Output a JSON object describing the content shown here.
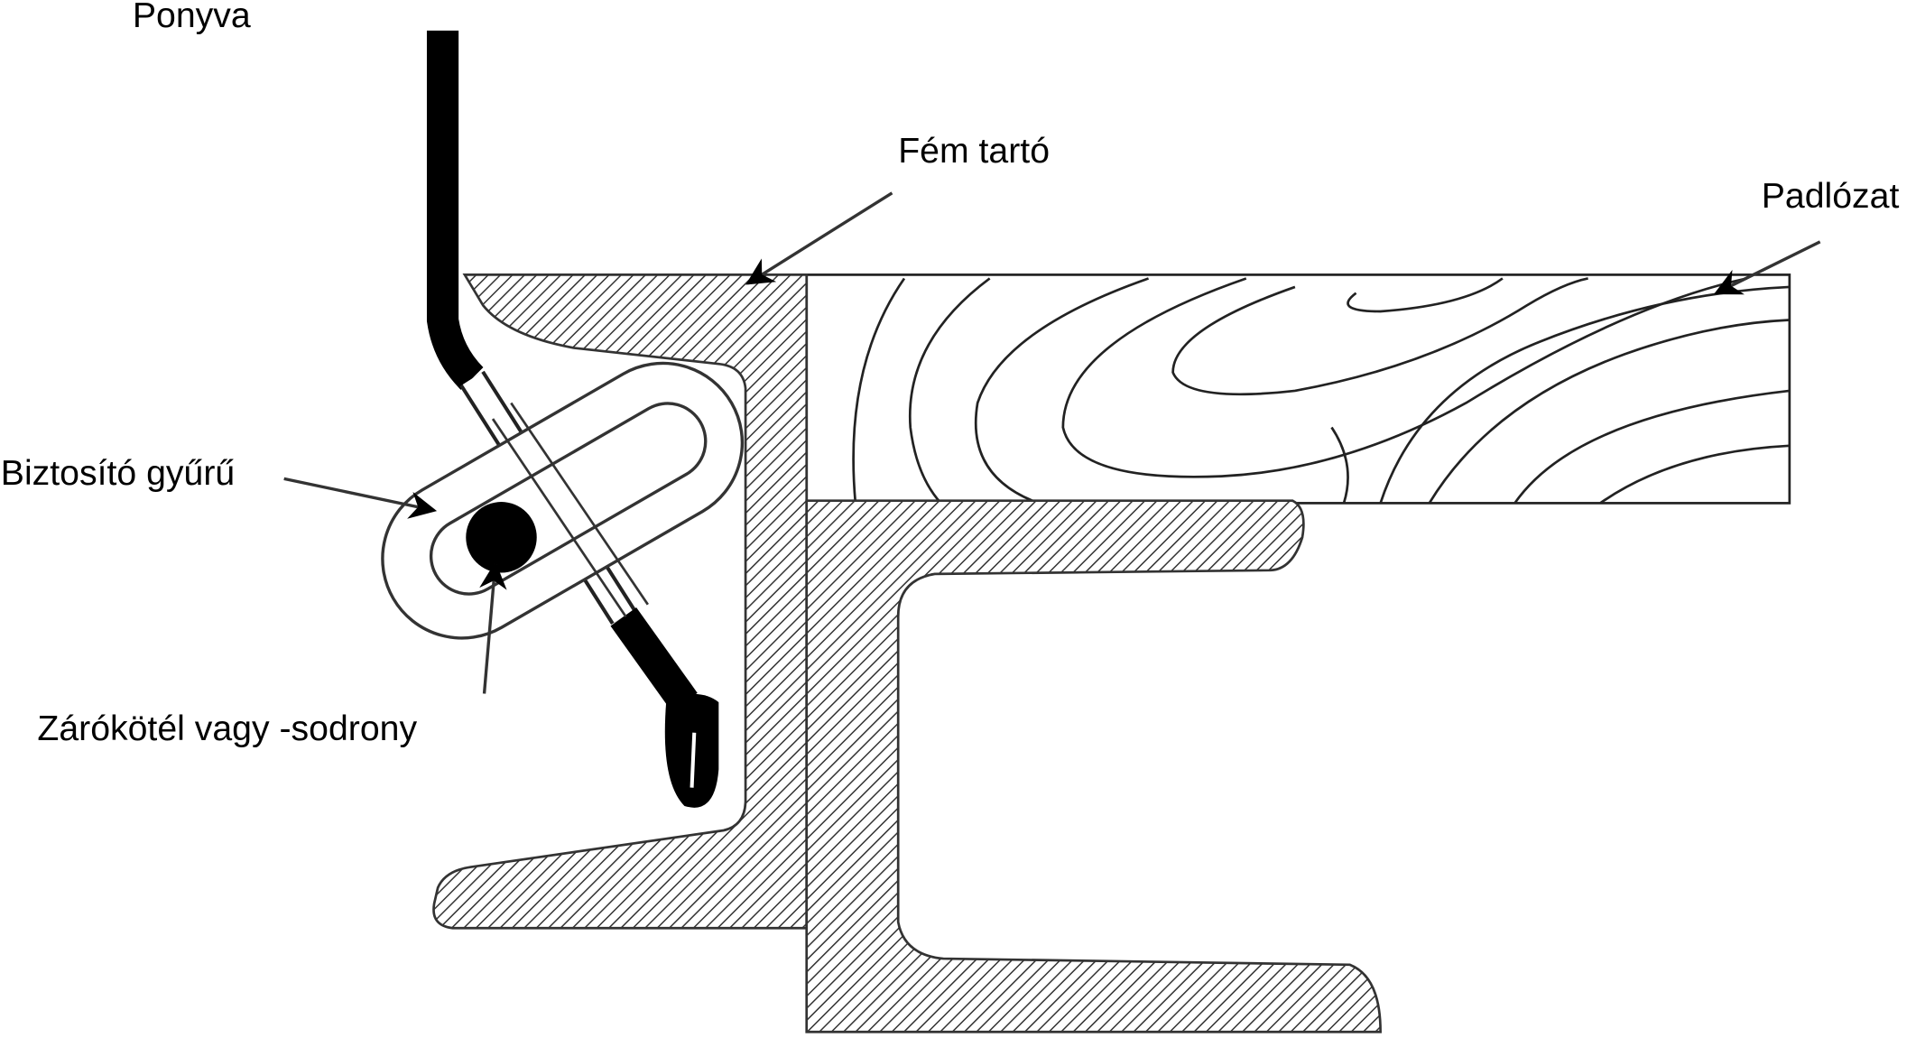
{
  "labels": {
    "tarp": "Ponyva",
    "metal_support": "Fém tartó",
    "floor": "Padlózat",
    "safety_ring": "Biztosító gyűrű",
    "locking_rope": "Zárókötél vagy -sodrony"
  },
  "colors": {
    "line": "#222222",
    "fill": "#000000",
    "background": "#ffffff"
  }
}
